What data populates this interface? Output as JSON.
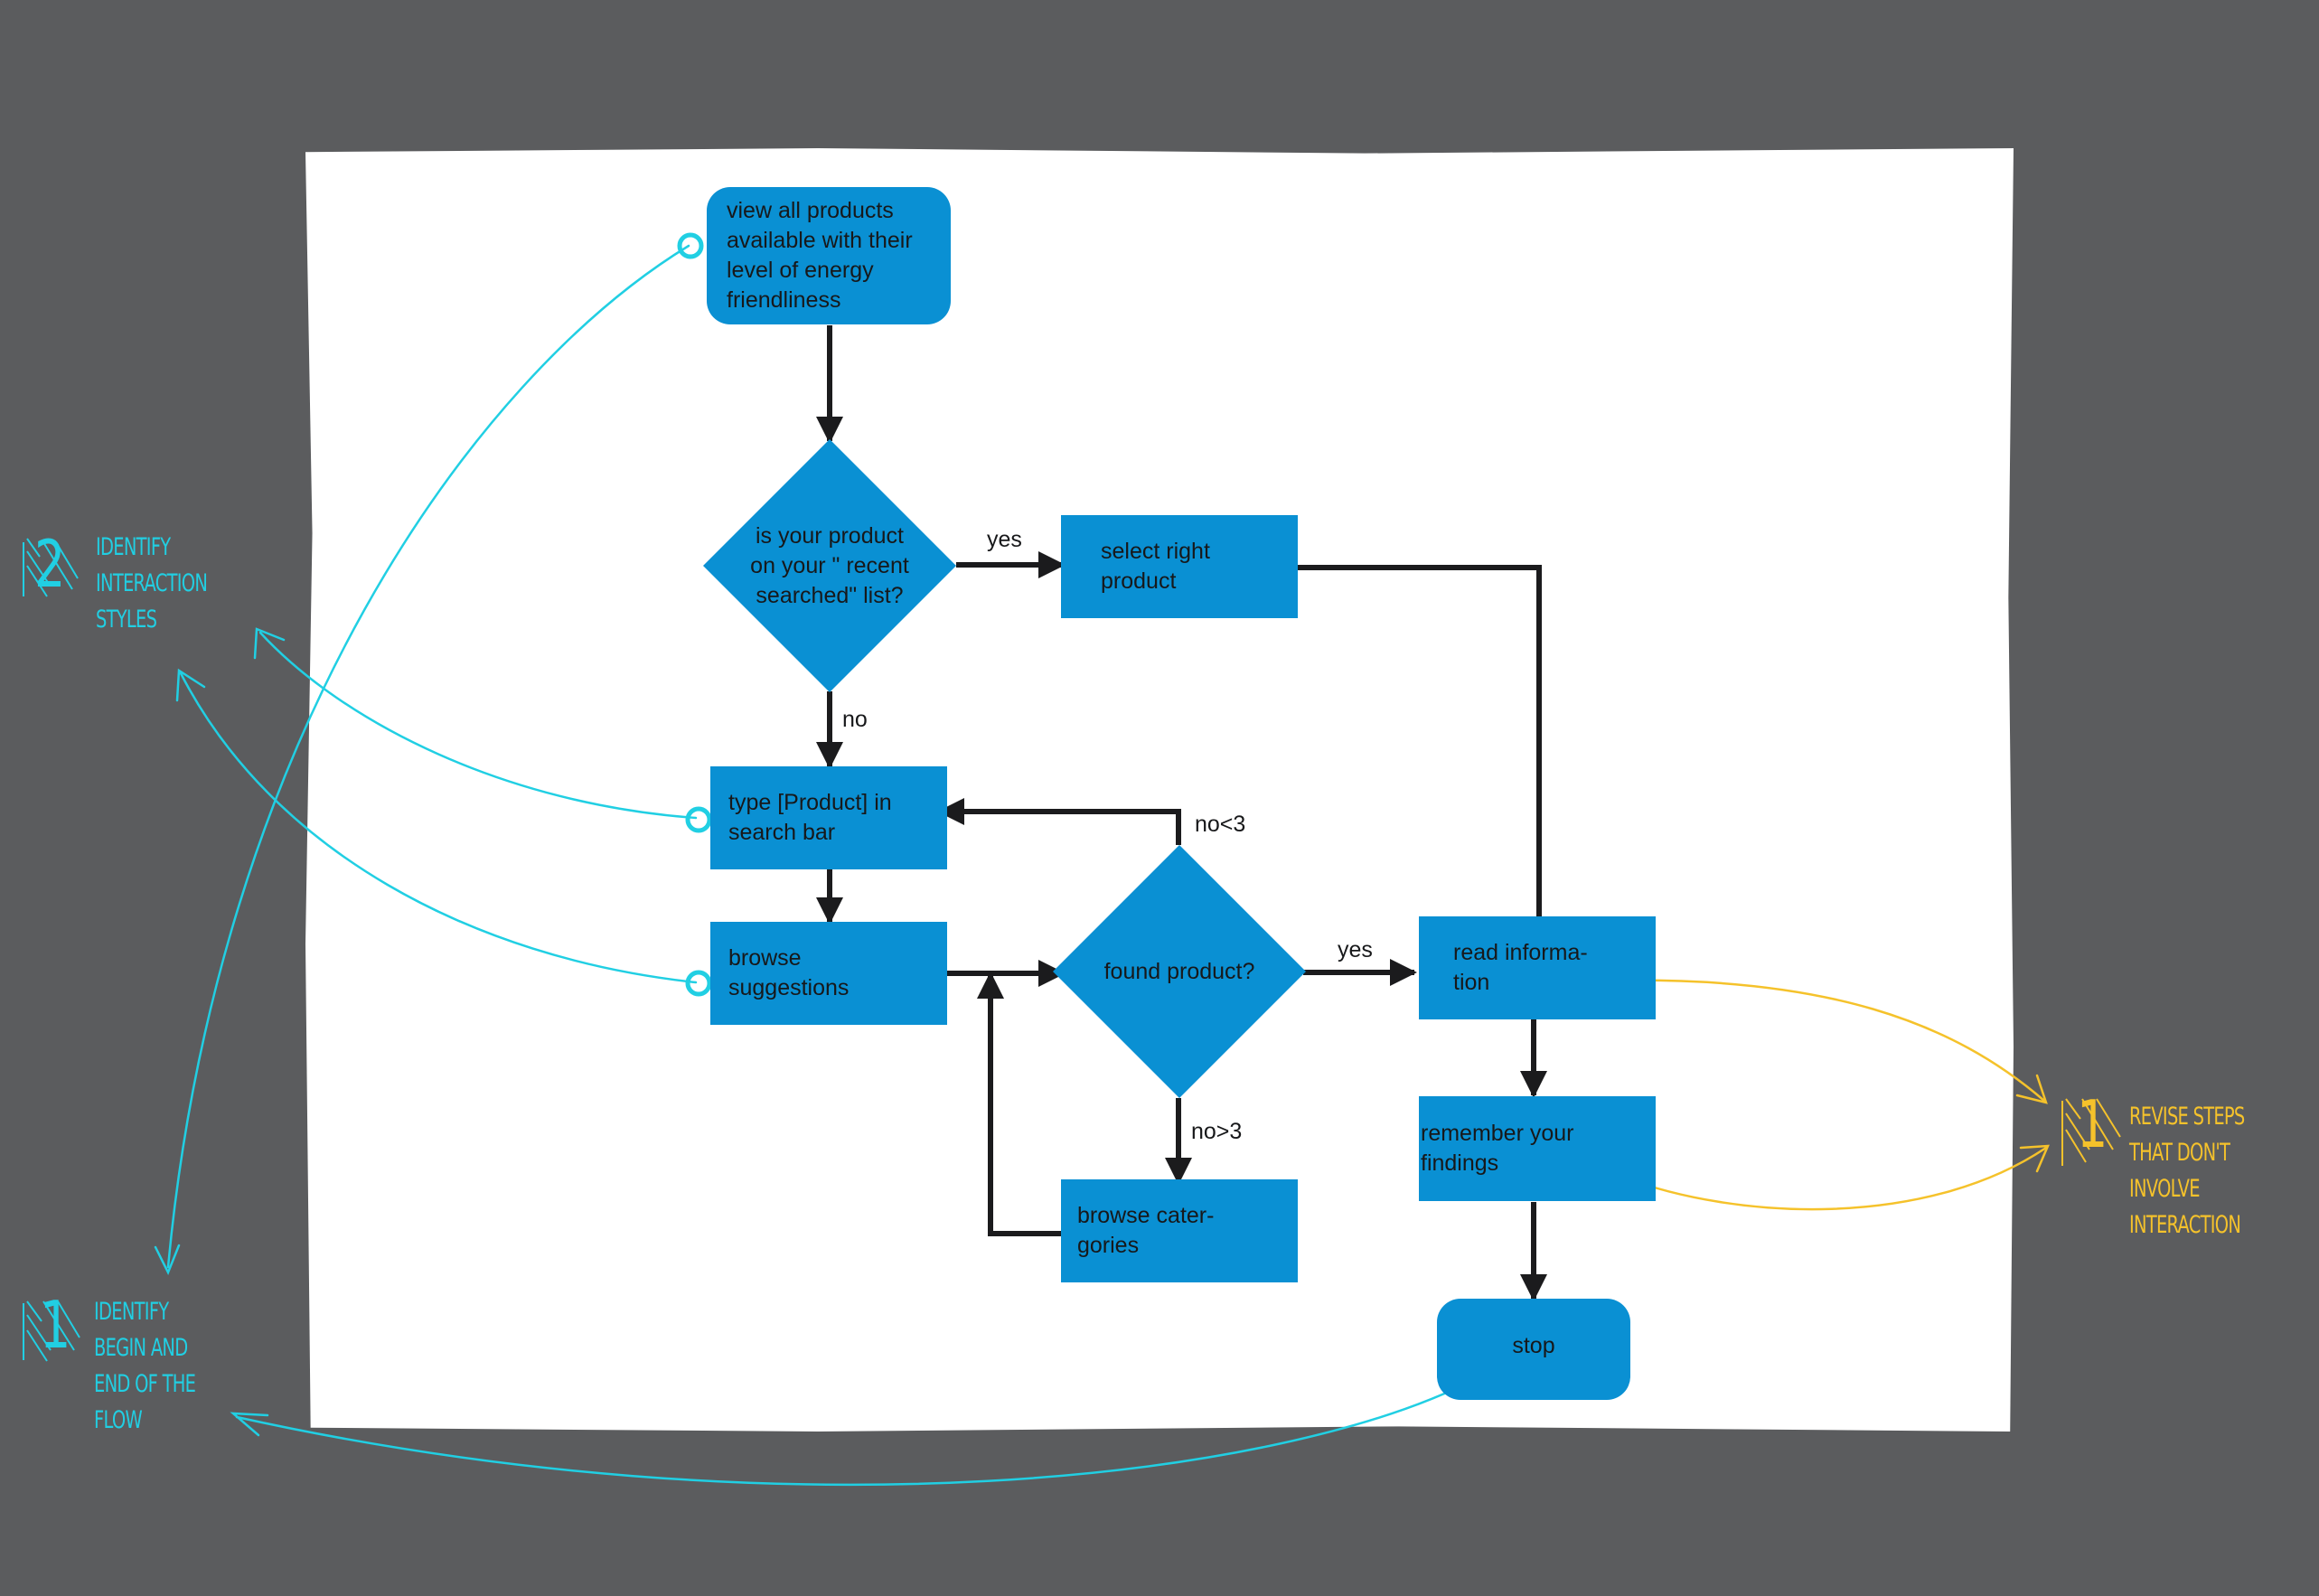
{
  "nodes": {
    "start": "view all products\navailable with their\nlevel of energy\nfriendliness",
    "decision_recent": "is your product\non your \" recent\nsearched\" list?",
    "select": "select right\nproduct",
    "type_search": "type [Product] in\nsearch bar",
    "browse_suggestions": "browse\nsuggestions",
    "decision_found": "found product?",
    "read_info": "read informa-\ntion",
    "remember": "remember your\nfindings",
    "browse_categories": "browse cater-\ngories",
    "stop": "stop"
  },
  "edge_labels": {
    "yes_recent": "yes",
    "no_recent": "no",
    "no_lt3": "no<3",
    "yes_found": "yes",
    "no_gt3": "no>3"
  },
  "annotations": {
    "interaction_styles": {
      "number": "2",
      "text": "identify\ninteraction\nstyles"
    },
    "begin_end": {
      "number": "1",
      "text": "identify\nbegin and\nend of the\nflow"
    },
    "revise_steps": {
      "number": "1",
      "text": "revise steps\nthat don't\ninvolve\ninteraction"
    }
  },
  "colors": {
    "background": "#5b5c5e",
    "paper": "#ffffff",
    "node_fill": "#0a90d3",
    "connector": "#1b1b1d",
    "annotation_cyan": "#21cfe3",
    "annotation_yellow": "#f5c22b"
  }
}
